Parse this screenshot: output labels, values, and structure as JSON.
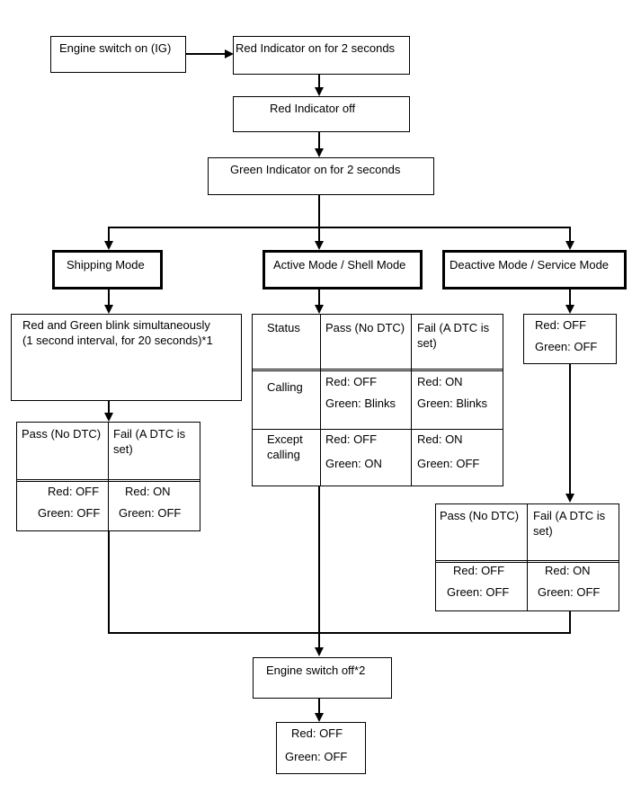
{
  "start": {
    "engine_switch_on": "Engine switch on (IG)",
    "red_on_2s": "Red Indicator on for 2 seconds",
    "red_off": "Red Indicator off",
    "green_on_2s": "Green Indicator on for 2 seconds"
  },
  "modes": {
    "shipping": "Shipping Mode",
    "active": "Active Mode / Shell Mode",
    "deactive": "Deactive Mode / Service Mode"
  },
  "shipping": {
    "blink_line1": "Red and Green blink simultaneously",
    "blink_line2": "(1 second interval, for 20 seconds)*1",
    "pass_header": "Pass (No DTC)",
    "fail_header_1": "Fail (A DTC is",
    "fail_header_2": "set)",
    "pass_red": "Red: OFF",
    "pass_green": "Green: OFF",
    "fail_red": "Red: ON",
    "fail_green": "Green: OFF"
  },
  "active": {
    "status_header": "Status",
    "pass_header": "Pass (No DTC)",
    "fail_header_1": "Fail (A DTC is",
    "fail_header_2": "set)",
    "calling_label": "Calling",
    "calling_pass_red": "Red: OFF",
    "calling_pass_green": "Green: Blinks",
    "calling_fail_red": "Red: ON",
    "calling_fail_green": "Green: Blinks",
    "except_label_1": "Except",
    "except_label_2": "calling",
    "except_pass_red": "Red: OFF",
    "except_pass_green": "Green: ON",
    "except_fail_red": "Red: ON",
    "except_fail_green": "Green: OFF"
  },
  "deactive": {
    "red": "Red: OFF",
    "green": "Green: OFF",
    "pass_header": "Pass (No DTC)",
    "fail_header_1": "Fail (A DTC is",
    "fail_header_2": "set)",
    "pass_red": "Red: OFF",
    "pass_green": "Green: OFF",
    "fail_red": "Red: ON",
    "fail_green": "Green: OFF"
  },
  "end": {
    "engine_switch_off": "Engine switch off*2",
    "red": "Red: OFF",
    "green": "Green: OFF"
  }
}
